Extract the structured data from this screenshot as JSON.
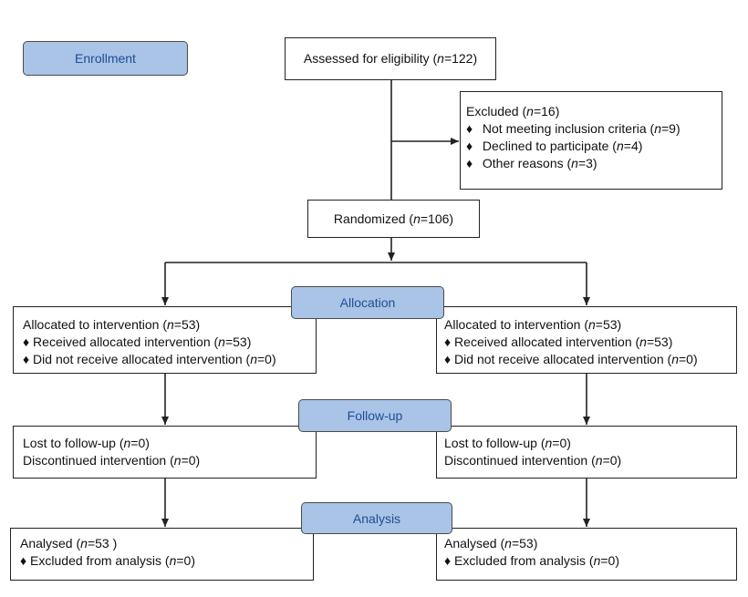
{
  "stages": {
    "enrollment": "Enrollment",
    "allocation": "Allocation",
    "follow_up": "Follow-up",
    "analysis": "Analysis"
  },
  "assessed": {
    "pre": "Assessed for eligibility (",
    "n": "n",
    "post": "=122)"
  },
  "excluded": {
    "title": {
      "pre": "Excluded  (",
      "n": "n",
      "post": "=16)"
    },
    "bullet": "♦",
    "items": [
      {
        "pre": "Not meeting inclusion criteria (",
        "n": "n",
        "post": "=9)"
      },
      {
        "pre": "Declined to participate (",
        "n": "n",
        "post": "=4)"
      },
      {
        "pre": "Other reasons (",
        "n": "n",
        "post": "=3)"
      }
    ]
  },
  "randomized": {
    "pre": "Randomized (",
    "n": "n",
    "post": "=106)"
  },
  "arms": [
    {
      "allocation": [
        {
          "bullet": "",
          "pre": "Allocated to intervention (",
          "n": "n",
          "post": "=53)"
        },
        {
          "bullet": "♦",
          "pre": "Received allocated intervention (",
          "n": "n",
          "post": "=53)"
        },
        {
          "bullet": "♦",
          "pre": "Did not receive allocated intervention (",
          "n": "n",
          "post": "=0)"
        }
      ],
      "follow_up": [
        {
          "bullet": "",
          "pre": "Lost to follow-up (",
          "n": "n",
          "post": "=0)"
        },
        {
          "bullet": "",
          "pre": "Discontinued intervention (",
          "n": "n",
          "post": "=0)"
        }
      ],
      "analysis": [
        {
          "bullet": "",
          "pre": "Analysed (",
          "n": "n",
          "post": "=53 )"
        },
        {
          "bullet": "♦",
          "pre": "Excluded from analysis (",
          "n": "n",
          "post": "=0)"
        }
      ]
    },
    {
      "allocation": [
        {
          "bullet": "",
          "pre": "Allocated to intervention (",
          "n": "n",
          "post": "=53)"
        },
        {
          "bullet": "♦",
          "pre": "Received allocated intervention (",
          "n": "n",
          "post": "=53)"
        },
        {
          "bullet": "♦",
          "pre": "Did not receive allocated intervention (",
          "n": "n",
          "post": "=0)"
        }
      ],
      "follow_up": [
        {
          "bullet": "",
          "pre": "Lost to follow-up (",
          "n": "n",
          "post": "=0)"
        },
        {
          "bullet": "",
          "pre": "Discontinued intervention (",
          "n": "n",
          "post": "=0)"
        }
      ],
      "analysis": [
        {
          "bullet": "",
          "pre": "Analysed (",
          "n": "n",
          "post": "=53)"
        },
        {
          "bullet": "♦",
          "pre": "Excluded from analysis (",
          "n": "n",
          "post": "=0)"
        }
      ]
    }
  ],
  "colors": {
    "stage_fill": "#a9c4e6",
    "stage_text": "#1f4d94",
    "line": "#222222"
  }
}
